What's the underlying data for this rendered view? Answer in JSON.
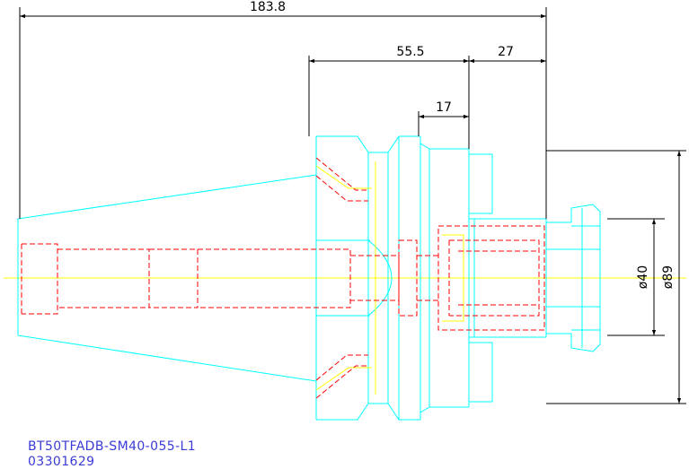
{
  "drawing": {
    "dimensions": {
      "overall_length": "183.8",
      "flange_to_shank": "55.5",
      "shank_length": "27",
      "collar_width": "17",
      "nut_diameter": "ø40",
      "body_diameter": "ø89"
    },
    "part_number": "BT50TFADB-SM40-055-L1",
    "order_code": "03301629"
  },
  "colors": {
    "outline": "#00ffff",
    "hidden": "#ff0000",
    "centerline": "#ffff00",
    "dimension": "#000000",
    "caption": "#3b3bd6"
  }
}
